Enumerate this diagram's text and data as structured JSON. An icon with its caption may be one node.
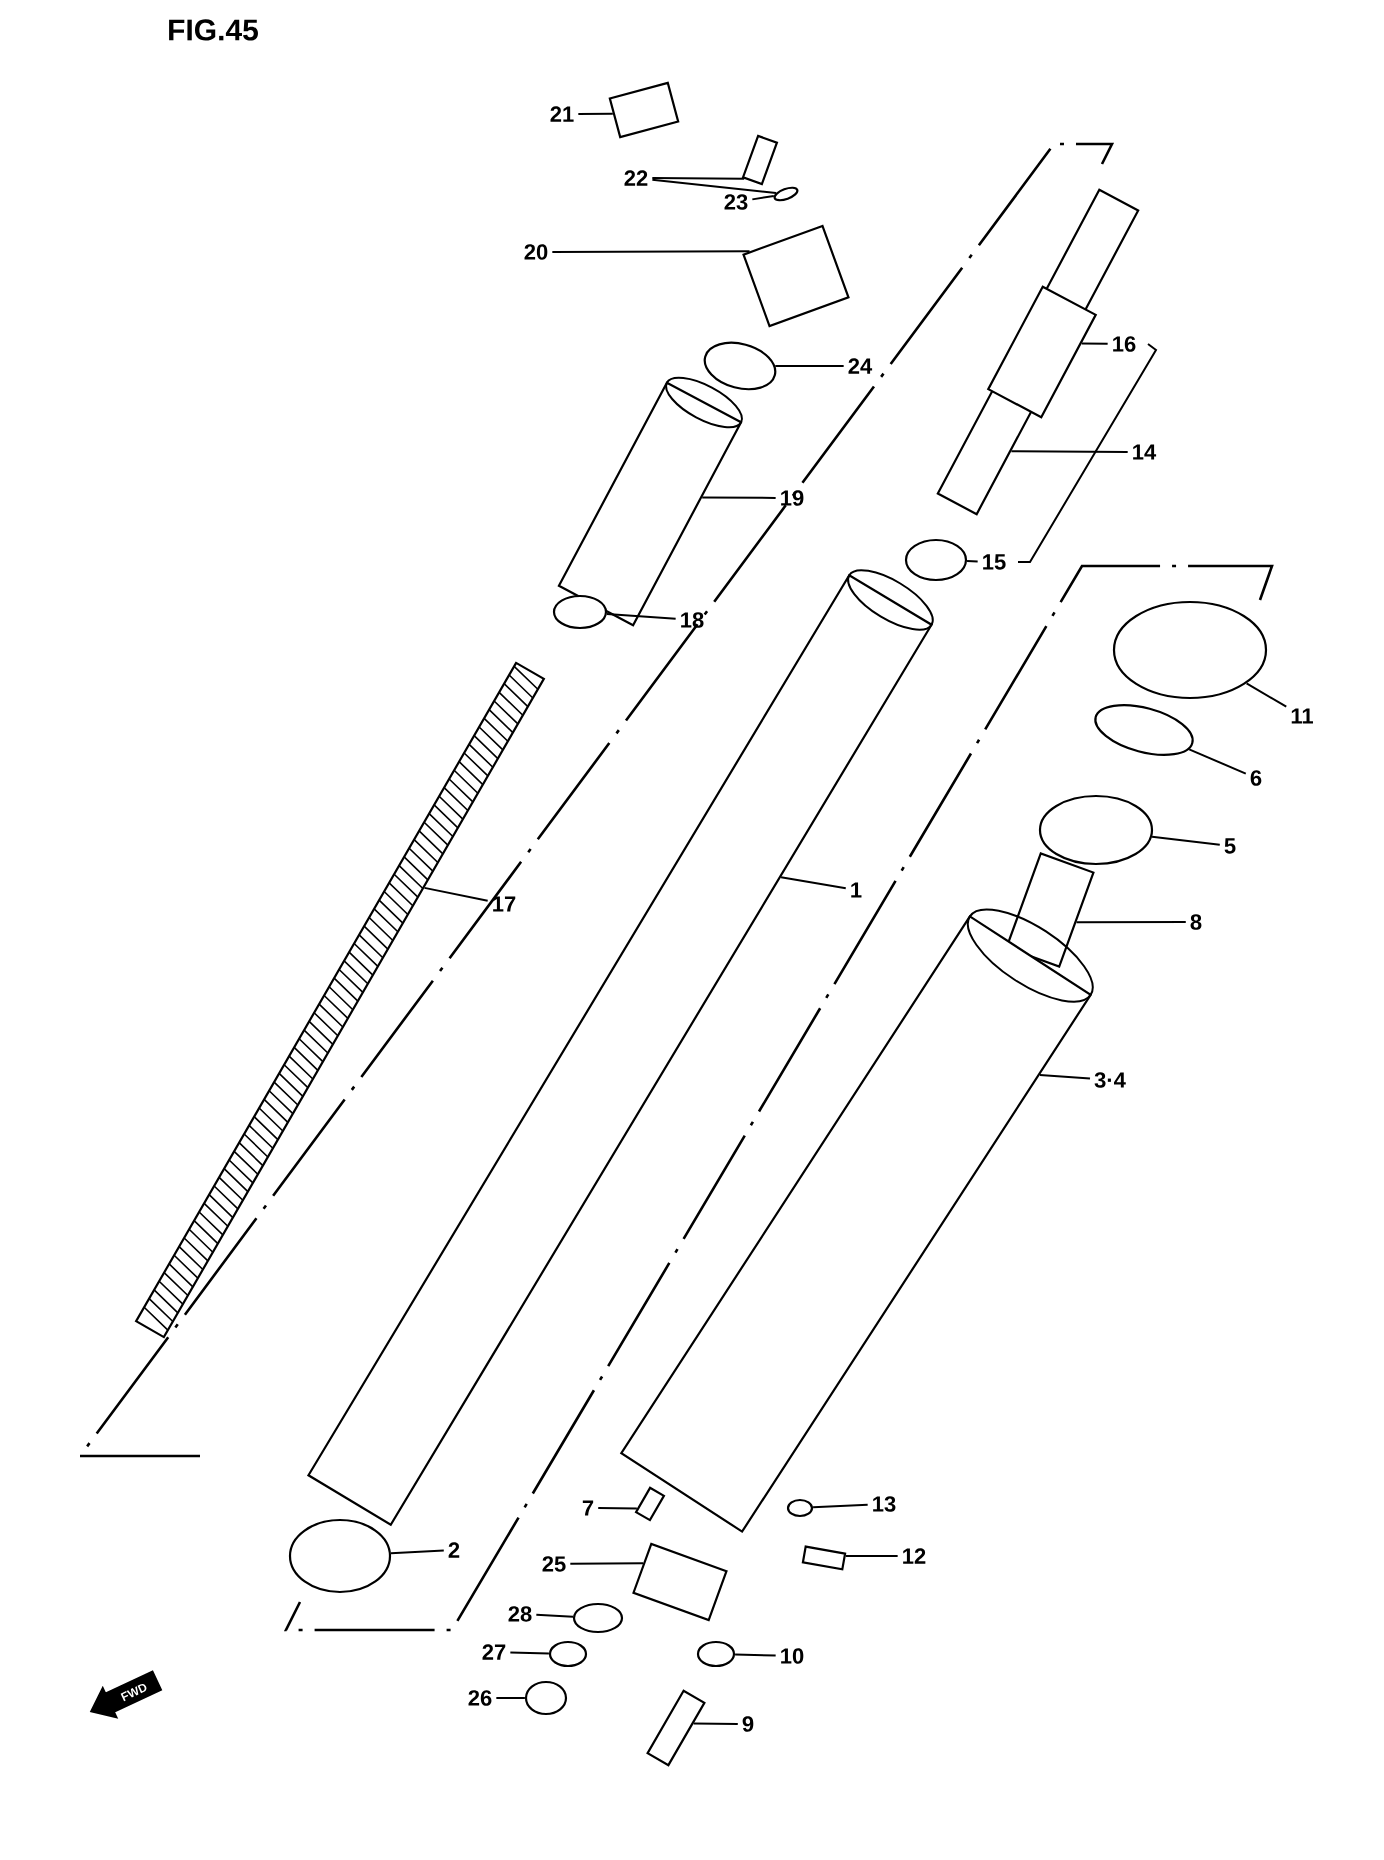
{
  "diagram": {
    "title": "FIG.45",
    "nodes": [
      {
        "text": [
          "21"
        ]
      },
      {
        "text": [],
        "shape": "box"
      },
      {
        "text": [
          "22"
        ]
      },
      {
        "text": [],
        "shape": "box"
      },
      {
        "text": [],
        "shape": "circle"
      },
      {
        "text": [
          "23"
        ]
      },
      {
        "text": [
          "20"
        ]
      },
      {
        "text": [],
        "shape": "box"
      },
      {
        "text": [
          "24"
        ]
      },
      {
        "text": [],
        "shape": "circle"
      },
      {
        "text": [
          "19"
        ]
      },
      {
        "text": [],
        "shape": "picture"
      },
      {
        "text": [
          "18"
        ]
      },
      {
        "text": [],
        "shape": "circle"
      },
      {
        "text": [
          "14"
        ]
      },
      {
        "text": [],
        "shape": "picture"
      },
      {
        "text": [
          "16"
        ]
      },
      {
        "text": [],
        "shape": "box",
        "in": 15
      },
      {
        "text": [
          "15"
        ]
      },
      {
        "text": [],
        "shape": "circle"
      },
      {
        "text": [
          "17"
        ]
      },
      {
        "text": [],
        "shape": "picture"
      },
      {
        "text": [
          "1"
        ]
      },
      {
        "text": [],
        "shape": "picture"
      },
      {
        "text": [
          "11"
        ]
      },
      {
        "text": [],
        "shape": "circle"
      },
      {
        "text": [
          "6"
        ]
      },
      {
        "text": [],
        "shape": "circle"
      },
      {
        "text": [
          "5"
        ]
      },
      {
        "text": [],
        "shape": "circle"
      },
      {
        "text": [
          "8"
        ]
      },
      {
        "text": [],
        "shape": "box"
      },
      {
        "text": [
          "3·4"
        ]
      },
      {
        "text": [],
        "shape": "picture"
      },
      {
        "text": [
          "2"
        ]
      },
      {
        "text": [],
        "shape": "circle"
      },
      {
        "text": [
          "7"
        ]
      },
      {
        "text": [],
        "shape": "box"
      },
      {
        "text": [
          "25"
        ]
      },
      {
        "text": [],
        "shape": "box"
      },
      {
        "text": [
          "13"
        ]
      },
      {
        "text": [],
        "shape": "circle"
      },
      {
        "text": [
          "12"
        ]
      },
      {
        "text": [],
        "shape": "box"
      },
      {
        "text": [
          "28"
        ]
      },
      {
        "text": [],
        "shape": "circle"
      },
      {
        "text": [
          "27"
        ]
      },
      {
        "text": [],
        "shape": "circle"
      },
      {
        "text": [
          "26"
        ]
      },
      {
        "text": [],
        "shape": "circle"
      },
      {
        "text": [
          "10"
        ]
      },
      {
        "text": [],
        "shape": "circle"
      },
      {
        "text": [
          "9"
        ]
      },
      {
        "text": [],
        "shape": "box"
      }
    ],
    "edges": [
      {
        "from": 0,
        "to": 1,
        "arrow": "none"
      },
      {
        "from": 2,
        "to": 3,
        "arrow": "none"
      },
      {
        "from": 2,
        "to": 4,
        "arrow": "none"
      },
      {
        "from": 5,
        "to": 4,
        "arrow": "none"
      },
      {
        "from": 6,
        "to": 7,
        "arrow": "none"
      },
      {
        "from": 8,
        "to": 9,
        "arrow": "none"
      },
      {
        "from": 10,
        "to": 11,
        "arrow": "none"
      },
      {
        "from": 12,
        "to": 13,
        "arrow": "none"
      },
      {
        "from": 14,
        "to": 15,
        "arrow": "none"
      },
      {
        "from": 16,
        "to": 17,
        "arrow": "none"
      },
      {
        "from": 18,
        "to": 19,
        "arrow": "none"
      },
      {
        "from": 20,
        "to": 21,
        "arrow": "none"
      },
      {
        "from": 22,
        "to": 23,
        "arrow": "none"
      },
      {
        "from": 24,
        "to": 25,
        "arrow": "none"
      },
      {
        "from": 26,
        "to": 27,
        "arrow": "none"
      },
      {
        "from": 28,
        "to": 29,
        "arrow": "none"
      },
      {
        "from": 30,
        "to": 31,
        "arrow": "none"
      },
      {
        "from": 32,
        "to": 33,
        "arrow": "none"
      },
      {
        "from": 34,
        "to": 35,
        "arrow": "none"
      },
      {
        "from": 36,
        "to": 37,
        "arrow": "none"
      },
      {
        "from": 38,
        "to": 39,
        "arrow": "none"
      },
      {
        "from": 40,
        "to": 41,
        "arrow": "none"
      },
      {
        "from": 42,
        "to": 43,
        "arrow": "none"
      },
      {
        "from": 44,
        "to": 45,
        "arrow": "none"
      },
      {
        "from": 46,
        "to": 47,
        "arrow": "none"
      },
      {
        "from": 48,
        "to": 49,
        "arrow": "none"
      },
      {
        "from": 50,
        "to": 51,
        "arrow": "none"
      },
      {
        "from": 52,
        "to": 53,
        "arrow": "none"
      }
    ],
    "labels": [
      "FWD"
    ]
  }
}
